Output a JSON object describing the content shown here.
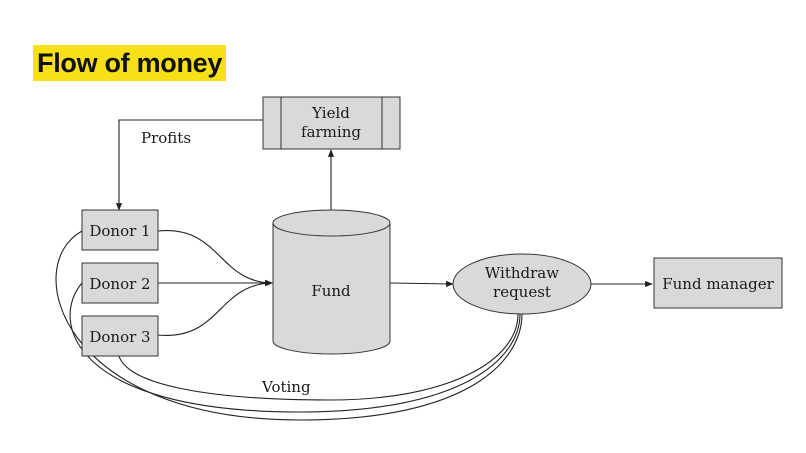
{
  "title": "Flow of money",
  "nodes": {
    "yield_line1": "Yield",
    "yield_line2": "farming",
    "donor1": "Donor 1",
    "donor2": "Donor 2",
    "donor3": "Donor 3",
    "fund": "Fund",
    "withdraw_line1": "Withdraw",
    "withdraw_line2": "request",
    "fund_manager": "Fund manager"
  },
  "edge_labels": {
    "profits": "Profits",
    "voting": "Voting"
  },
  "colors": {
    "title_highlight": "#f7e017",
    "node_fill": "#d9d9d9",
    "stroke": "#333333"
  }
}
